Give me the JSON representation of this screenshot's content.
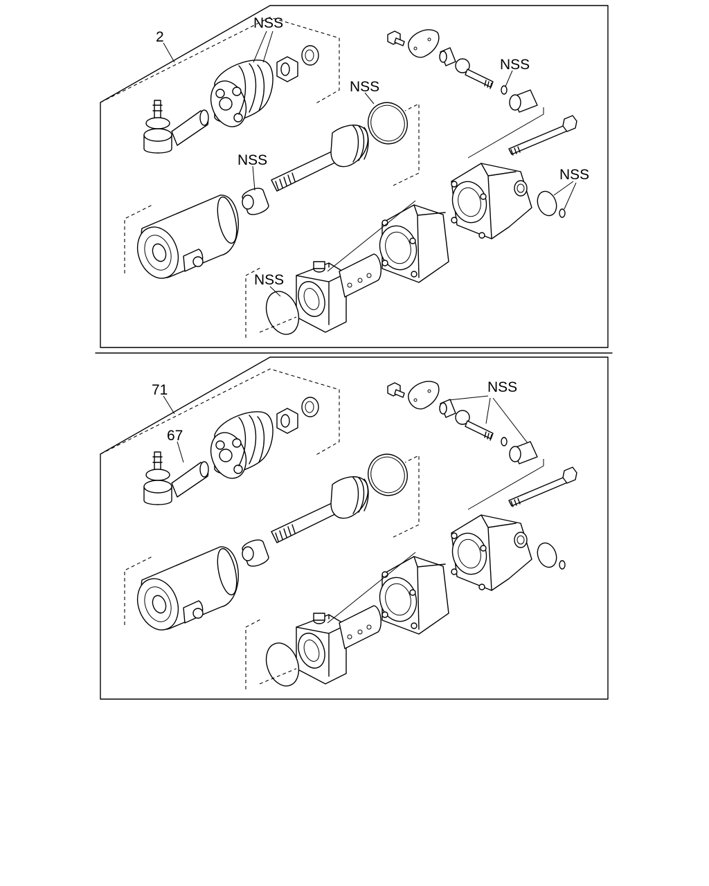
{
  "panels": [
    {
      "labels": {
        "assembly": "2",
        "nss_upper_seal": "NSS",
        "nss_ring": "NSS",
        "nss_bushing": "NSS",
        "nss_oring_small": "NSS",
        "nss_oring_right": "NSS",
        "nss_oring_bottom": "NSS"
      }
    },
    {
      "labels": {
        "assembly": "71",
        "tie_rod": "67",
        "nss_kit": "NSS"
      }
    }
  ]
}
